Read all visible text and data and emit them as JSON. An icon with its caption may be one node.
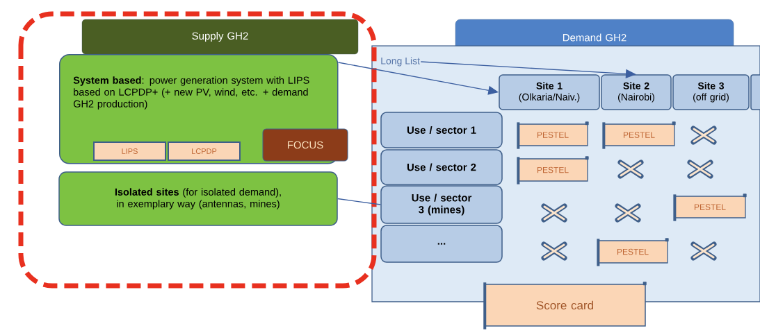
{
  "diagram": {
    "nodes": [
      {
        "text": [
          "Supply GH2"
        ]
      },
      {
        "text": [
          "**System based**: power generation system with LIPS based on LCPDP+ (+ new PV, wind, etc. + demand GH2 production)"
        ]
      },
      {
        "text": [
          "LIPS"
        ],
        "in": 1
      },
      {
        "text": [
          "LCPDP"
        ],
        "in": 1
      },
      {
        "text": [
          "FOCUS"
        ]
      },
      {
        "text": [
          "**Isolated sites** (for isolated demand), in exemplary way (antennas, mines)"
        ]
      },
      {
        "text": [
          "Demand GH2"
        ]
      },
      {
        "text": [],
        "shape": "box"
      },
      {
        "text": [
          "Long List"
        ],
        "in": 7
      },
      {
        "text": [
          "Site 1",
          "(Olkaria/Naiv.)"
        ],
        "in": 7
      },
      {
        "text": [
          "Site 2",
          "(Nairobi)"
        ],
        "in": 7
      },
      {
        "text": [
          "Site 3",
          "(off grid)"
        ],
        "in": 7
      },
      {
        "text": [],
        "shape": "box",
        "in": 7
      },
      {
        "text": [
          "Use / sector 1"
        ],
        "in": 7
      },
      {
        "text": [
          "Use / sector 2"
        ],
        "in": 7
      },
      {
        "text": [
          "Use / sector 3 (mines)"
        ],
        "in": 7
      },
      {
        "text": [
          "..."
        ],
        "in": 7
      },
      {
        "text": [
          "PESTEL"
        ],
        "in": 7
      },
      {
        "text": [
          "PESTEL"
        ],
        "in": 7
      },
      {
        "text": [
          "PESTEL"
        ],
        "in": 7
      },
      {
        "text": [
          "PESTEL"
        ],
        "in": 7
      },
      {
        "text": [
          "PESTEL"
        ],
        "in": 7
      },
      {
        "text": [
          "Score card"
        ]
      }
    ],
    "edges": [
      {
        "from": 1,
        "to": 9,
        "arrow": "to"
      },
      {
        "from": 8,
        "to": 10,
        "arrow": "to"
      },
      {
        "from": 5,
        "to": 15,
        "arrow": "none"
      }
    ]
  }
}
